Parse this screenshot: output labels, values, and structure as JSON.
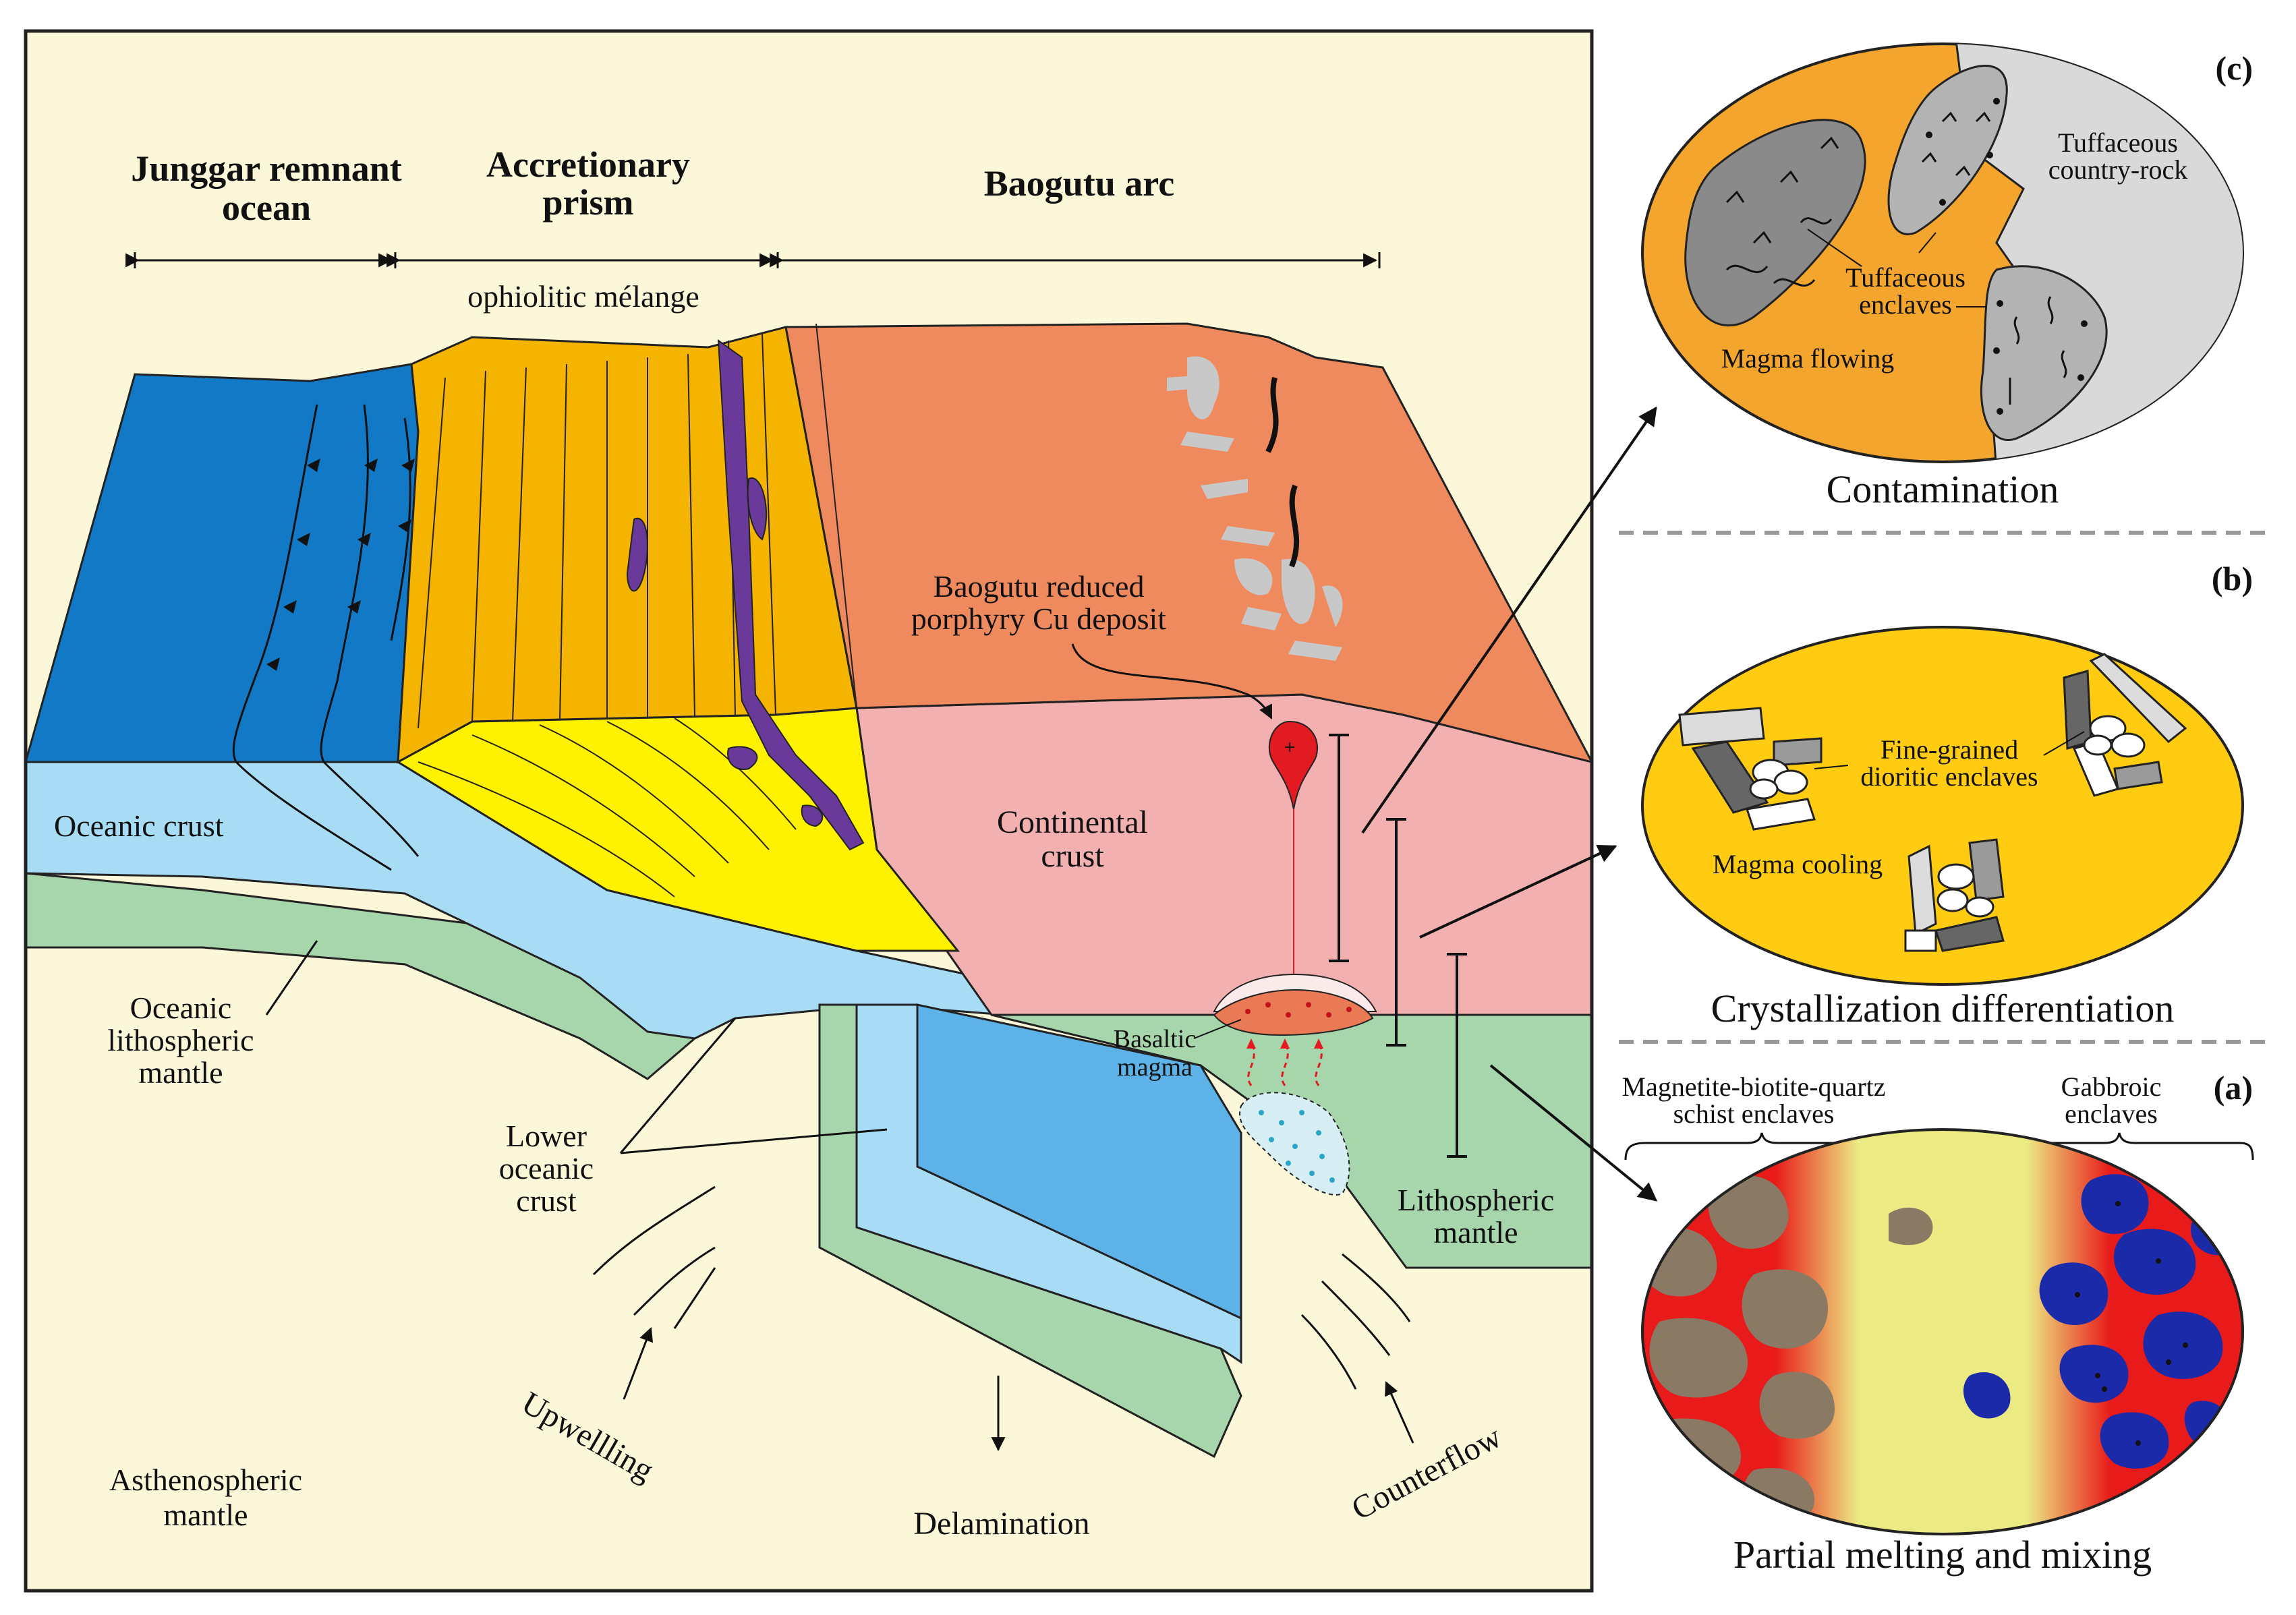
{
  "headers": {
    "junggar": [
      "Junggar remnant",
      "ocean"
    ],
    "prism": [
      "Accretionary",
      "prism"
    ],
    "arc": "Baogutu arc"
  },
  "labels": {
    "ophiolitic": "ophiolitic mélange",
    "deposit": [
      "Baogutu reduced",
      "porphyry Cu deposit"
    ],
    "oceanic_crust": "Oceanic crust",
    "continental_crust": [
      "Continental",
      "crust"
    ],
    "oceanic_lith_mantle": [
      "Oceanic",
      "lithospheric",
      "mantle"
    ],
    "lower_oceanic_crust": [
      "Lower",
      "oceanic",
      "crust"
    ],
    "basaltic_magma": [
      "Basaltic",
      "magma"
    ],
    "lithospheric_mantle": [
      "Lithospheric",
      "mantle"
    ],
    "asthenospheric_mantle": [
      "Asthenospheric",
      "mantle"
    ],
    "upwelling": "Upwellling",
    "delamination": "Delamination",
    "counterflow": "Counterflow"
  },
  "panels": {
    "c": {
      "tag": "(c)",
      "title": "Contamination",
      "country_rock": [
        "Tuffaceous",
        "country-rock"
      ],
      "enclaves": [
        "Tuffaceous",
        "enclaves"
      ],
      "flow": "Magma  flowing"
    },
    "b": {
      "tag": "(b)",
      "title": "Crystallization differentiation",
      "enclaves": [
        "Fine-grained",
        "dioritic enclaves"
      ],
      "cooling": "Magma  cooling"
    },
    "a": {
      "tag": "(a)",
      "title": "Partial melting and mixing",
      "left_enclaves": [
        "Magnetite-biotite-quartz",
        "schist enclaves"
      ],
      "right_enclaves": [
        "Gabbroic",
        "enclaves"
      ]
    }
  },
  "colors": {
    "ocean_blue": "#1279c6",
    "prism_orange": "#f5b400",
    "arc_salmon": "#ef8a5f",
    "continental_pink": "#f2b1b0",
    "oceanic_crust": "#a8dcf5",
    "lith_mantle": "#a7d6ad",
    "asthenosphere": "#fbf7d8",
    "wedge_yellow": "#fff200",
    "ophiolite_purple": "#6a3a9a",
    "deposit_red": "#e21a22",
    "panel_c": "#f3a52e",
    "panel_b": "#ffcc12"
  }
}
